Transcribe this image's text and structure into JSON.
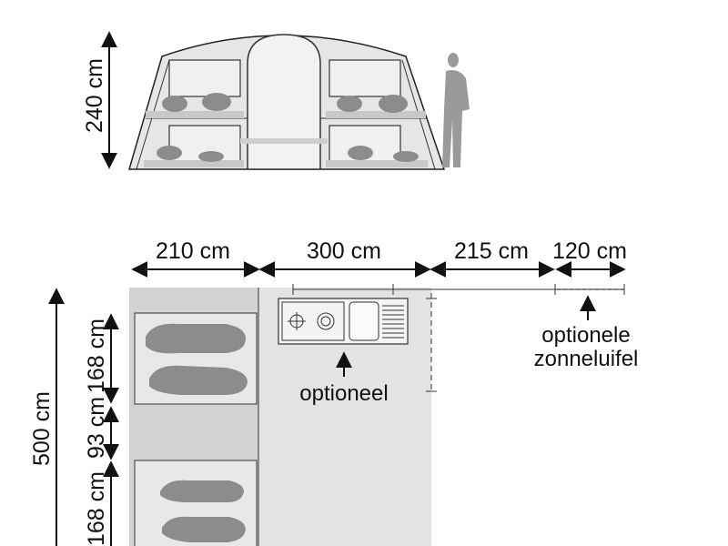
{
  "elevation": {
    "height_label": "240 cm"
  },
  "plan": {
    "widths": {
      "section_1": "210 cm",
      "section_2": "300 cm",
      "section_3": "215 cm",
      "section_4": "120 cm"
    },
    "depth": "500 cm",
    "bedroom_1": "168 cm",
    "corridor": "93 cm",
    "bedroom_2": "168 cm",
    "kitchen_note": "optioneel",
    "awning_note_line1": "optionele",
    "awning_note_line2": "zonneluifel"
  },
  "colors": {
    "line": "#111111",
    "floor": "#dcdcdc",
    "bedroom_floor": "#cfcfcf",
    "sleeper": "#8c8c8c",
    "person": "#9a9a9a"
  }
}
